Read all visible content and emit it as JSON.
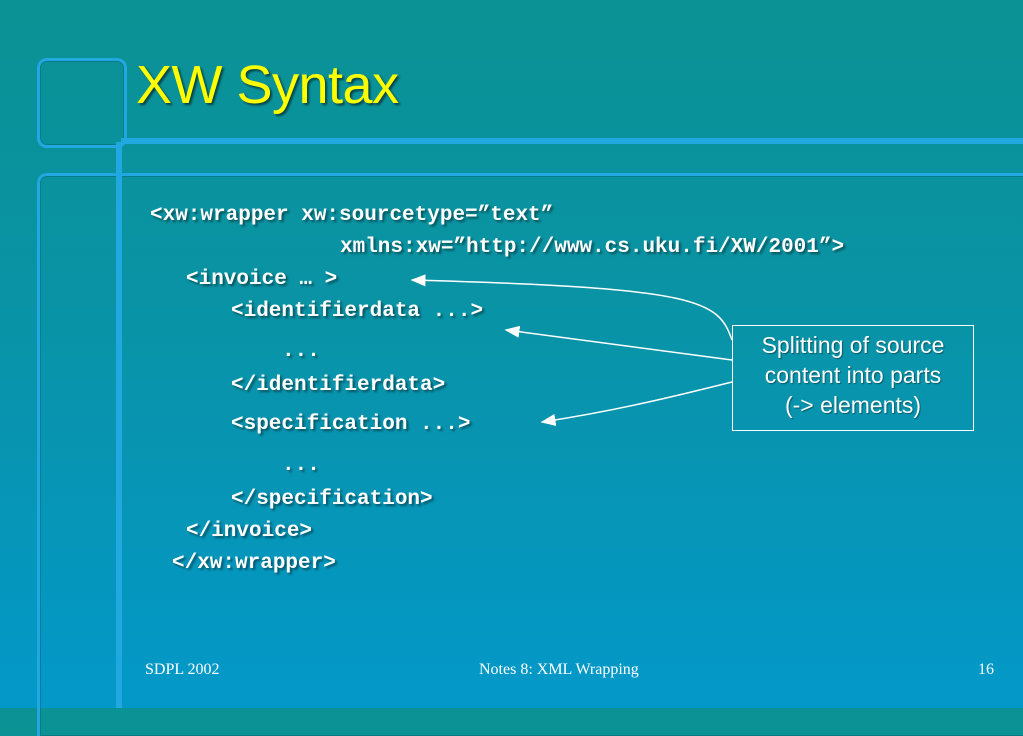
{
  "slide": {
    "title": "XW Syntax",
    "code_lines": [
      "<xw:wrapper xw:sourcetype=”text”",
      "xmlns:xw=”http://www.cs.uku.fi/XW/2001”>",
      "<invoice … >",
      "<identifierdata ...>",
      "...",
      "</identifierdata>",
      "<specification ...>",
      "...",
      "</specification>",
      "</invoice>",
      "</xw:wrapper>"
    ],
    "callout": [
      "Splitting of source",
      "content into parts",
      "(-> elements)"
    ]
  },
  "footer": {
    "left": "SDPL 2002",
    "center": "Notes 8: XML Wrapping",
    "page": "16"
  },
  "colors": {
    "title": "#ffff00",
    "frame": "#22a8e0",
    "text": "#ffffff"
  }
}
